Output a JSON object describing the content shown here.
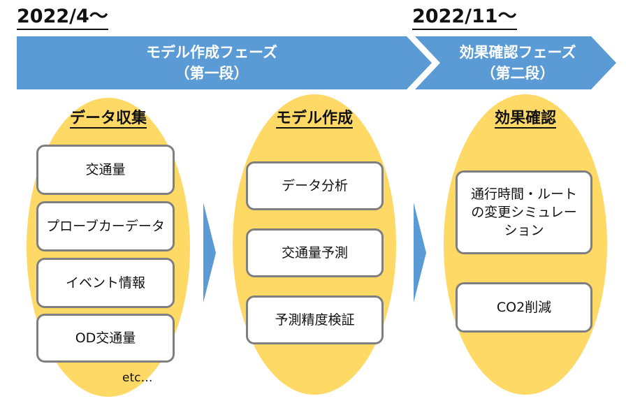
{
  "dates": {
    "start": "2022/4～",
    "second": "2022/11～"
  },
  "phases": [
    {
      "title": "モデル作成フェーズ",
      "subtitle": "（第一段）"
    },
    {
      "title": "効果確認フェーズ",
      "subtitle": "（第二段）"
    }
  ],
  "columns": [
    {
      "title": "データ収集",
      "items": [
        "交通量",
        "プローブカーデータ",
        "イベント情報",
        "OD交通量"
      ],
      "footnote": "etc…"
    },
    {
      "title": "モデル作成",
      "items": [
        "データ分析",
        "交通量予測",
        "予測精度検証"
      ]
    },
    {
      "title": "効果確認",
      "items": [
        "通行時間・ルートの変更シミュレーション",
        "CO2削減"
      ]
    }
  ],
  "colors": {
    "banner": "#5b9bd5",
    "ellipse": "#ffd966",
    "box_border": "#7f7f7f"
  }
}
